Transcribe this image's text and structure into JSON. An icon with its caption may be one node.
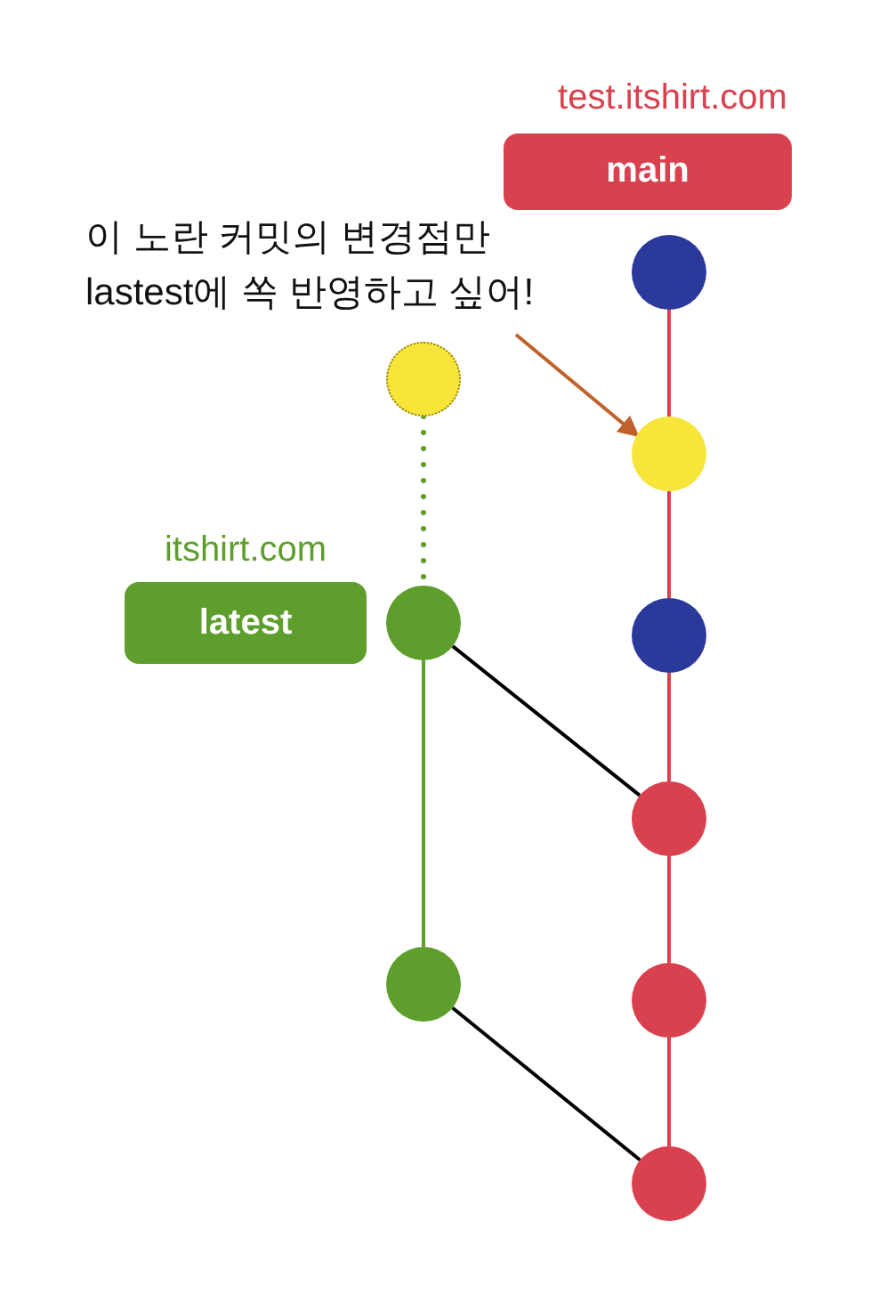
{
  "diagram": {
    "nodes": [
      {
        "text": [
          "main"
        ],
        "beside": [
          "test.itshirt.com"
        ]
      },
      {
        "text": [
          "이 노란 커밋의 변경점만 lastest에 쏙 반영하고 싶어!"
        ]
      },
      {
        "text": [
          "latest"
        ],
        "beside": [
          "itshirt.com"
        ]
      },
      {
        "text": [],
        "shape": "circle"
      },
      {
        "text": [],
        "shape": "circle"
      },
      {
        "text": [],
        "shape": "circle"
      },
      {
        "text": [],
        "shape": "circle"
      },
      {
        "text": [],
        "shape": "circle"
      },
      {
        "text": [],
        "shape": "circle"
      },
      {
        "text": [],
        "shape": "circle"
      },
      {
        "text": [],
        "shape": "circle"
      },
      {
        "text": [],
        "shape": "circle"
      }
    ],
    "edges": [
      {
        "from": 1,
        "to": 5,
        "arrow": "to",
        "color": "#c0602a"
      },
      {
        "from": 4,
        "to": 5,
        "arrow": "none"
      },
      {
        "from": 5,
        "to": 6,
        "arrow": "none"
      },
      {
        "from": 6,
        "to": 8,
        "arrow": "none"
      },
      {
        "from": 8,
        "to": 10,
        "arrow": "none"
      },
      {
        "from": 10,
        "to": 11,
        "arrow": "none"
      },
      {
        "from": 3,
        "to": 7,
        "arrow": "none",
        "style": "dashed",
        "color": "#5e9e2c"
      },
      {
        "from": 7,
        "to": 9,
        "arrow": "none",
        "color": "#5e9e2c"
      },
      {
        "from": 7,
        "to": 8,
        "arrow": "none",
        "color": "#000000"
      },
      {
        "from": 9,
        "to": 11,
        "arrow": "none",
        "color": "#000000"
      }
    ]
  }
}
